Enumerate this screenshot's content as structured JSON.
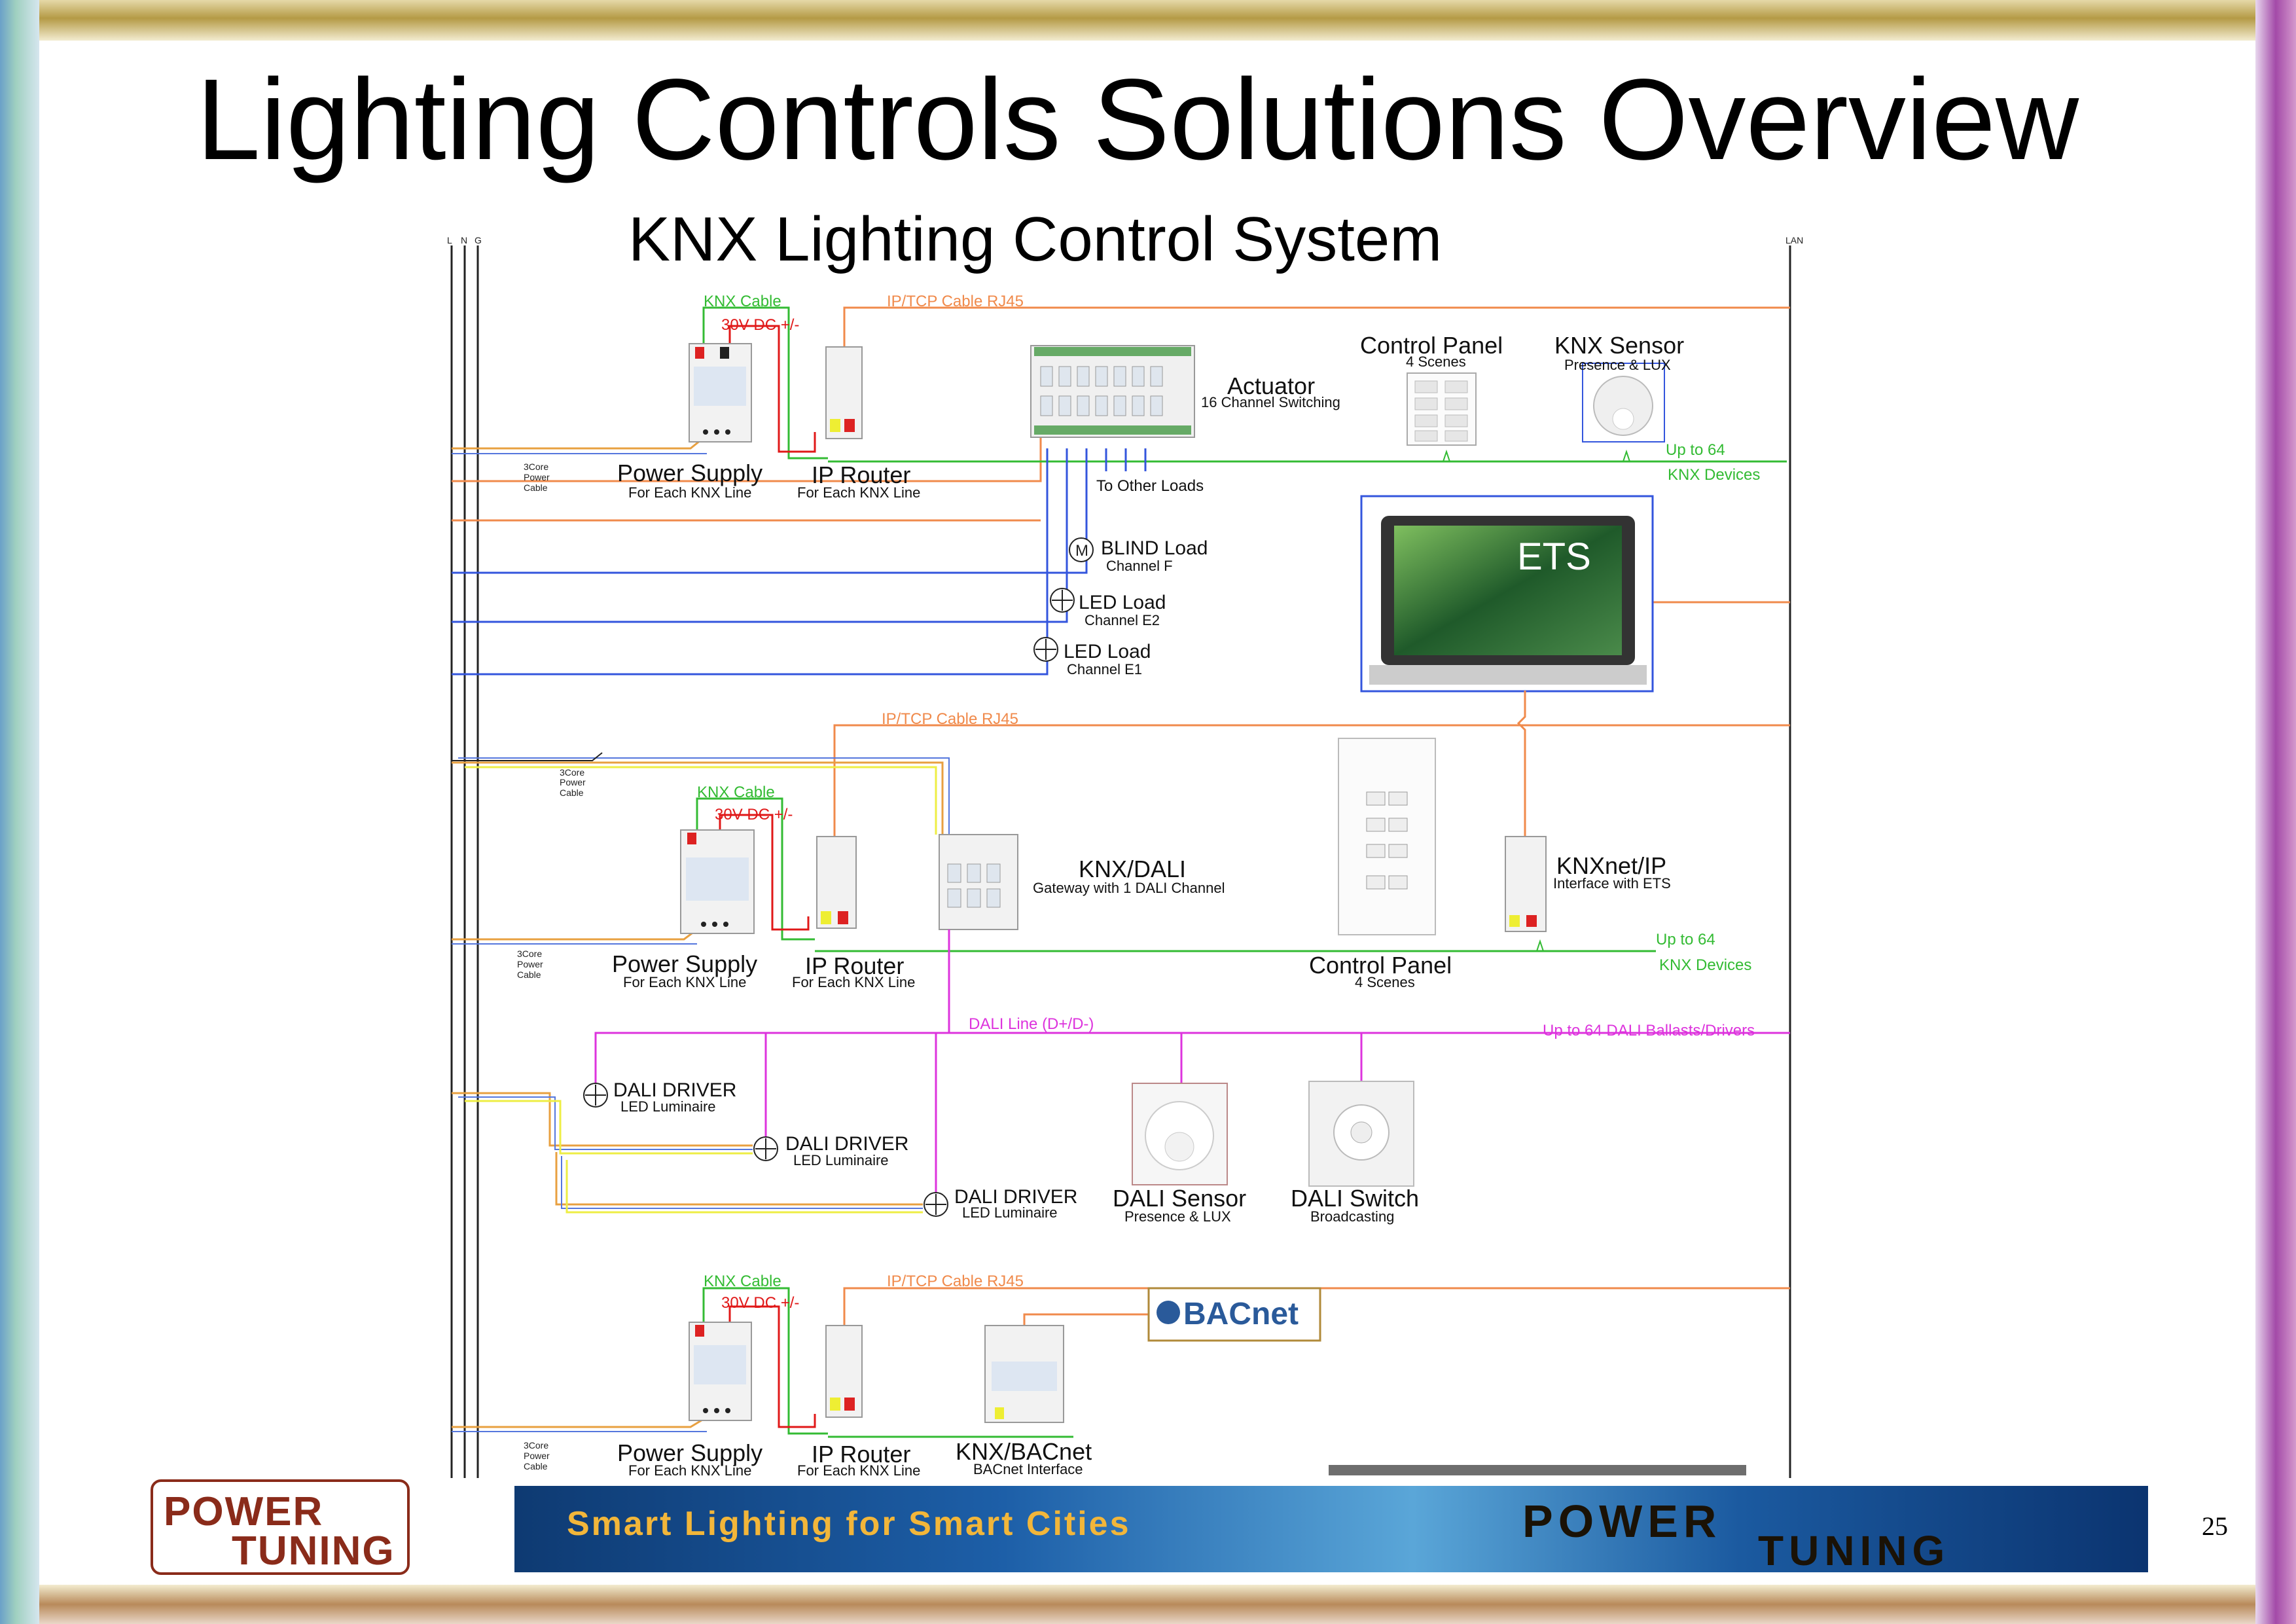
{
  "slide": {
    "title": "Lighting Controls Solutions Overview",
    "page_number": "25"
  },
  "diagram": {
    "title": "KNX Lighting Control System",
    "bus_labels": [
      "L",
      "N",
      "G"
    ],
    "lan_label": "LAN",
    "section1": {
      "knx_cable": "KNX Cable",
      "dc": "30V DC +/-",
      "ip_cable": "IP/TCP Cable RJ45",
      "power_cable": [
        "3Core",
        "Power",
        "Cable"
      ],
      "power_supply": "Power Supply",
      "power_supply_sub": "For Each KNX Line",
      "ip_router": "IP Router",
      "ip_router_sub": "For Each KNX Line",
      "actuator": "Actuator",
      "actuator_sub": "16 Channel Switching",
      "control_panel": "Control Panel",
      "control_panel_sub": "4 Scenes",
      "knx_sensor": "KNX Sensor",
      "knx_sensor_sub": "Presence & LUX",
      "up_to": "Up to 64",
      "knx_devices": "KNX Devices",
      "other_loads": "To Other Loads",
      "blind_load": "BLIND Load",
      "blind_channel": "Channel F",
      "led_load_1": "LED Load",
      "led_channel_1": "Channel E2",
      "led_load_2": "LED Load",
      "led_channel_2": "Channel E1",
      "motor_symbol": "M",
      "ets": "ETS"
    },
    "section2": {
      "ip_cable": "IP/TCP Cable RJ45",
      "knx_cable": "KNX Cable",
      "dc": "30V DC +/-",
      "power_cable": [
        "3Core",
        "Power",
        "Cable"
      ],
      "power_supply": "Power Supply",
      "power_supply_sub": "For Each KNX Line",
      "ip_router": "IP Router",
      "ip_router_sub": "For Each KNX Line",
      "gateway": "KNX/DALI",
      "gateway_sub": "Gateway with 1 DALI Channel",
      "control_panel": "Control Panel",
      "control_panel_sub": "4 Scenes",
      "knxnet": "KNXnet/IP",
      "knxnet_sub": "Interface with ETS",
      "up_to": "Up to 64",
      "knx_devices": "KNX Devices",
      "dali_line": "DALI Line (D+/D-)",
      "dali_up_to": "Up to 64 DALI Ballasts/Drivers",
      "dali_driver": "DALI DRIVER",
      "dali_driver_sub": "LED Luminaire",
      "dali_sensor": "DALI Sensor",
      "dali_sensor_sub": "Presence & LUX",
      "dali_switch": "DALI Switch",
      "dali_switch_sub": "Broadcasting"
    },
    "section3": {
      "knx_cable": "KNX Cable",
      "dc": "30V DC +/-",
      "ip_cable": "IP/TCP Cable RJ45",
      "power_cable": [
        "3Core",
        "Power",
        "Cable"
      ],
      "power_supply": "Power Supply",
      "power_supply_sub": "For Each KNX Line",
      "ip_router": "IP Router",
      "ip_router_sub": "For Each KNX Line",
      "bacnet_gw": "KNX/BACnet",
      "bacnet_gw_sub": "BACnet Interface",
      "bacnet_logo": "BACnet"
    }
  },
  "footer": {
    "logo_line1": "POWER",
    "logo_line2": "TUNING",
    "banner_tagline": "Smart Lighting for Smart Cities",
    "banner_brand_1": "POWER",
    "banner_brand_2": "TUNING"
  },
  "colors": {
    "knx_green": "#33bb33",
    "dc_red": "#e01818",
    "ip_orange": "#f08a4b",
    "load_blue": "#3355dd",
    "dali_magenta": "#dd33dd"
  }
}
